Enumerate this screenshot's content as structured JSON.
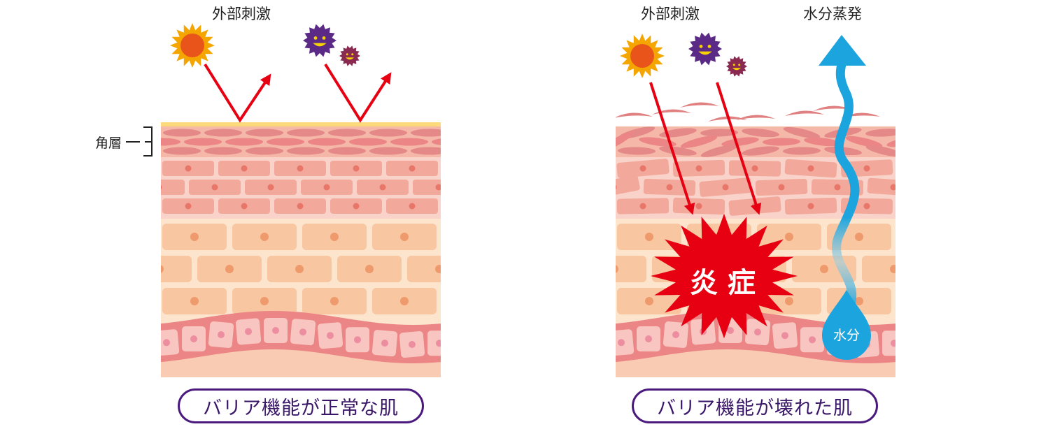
{
  "left": {
    "external_stimulus_label": "外部刺激",
    "stratum_corneum_label": "角層",
    "caption": "バリア機能が正常な肌"
  },
  "right": {
    "external_stimulus_label": "外部刺激",
    "evaporation_label": "水分蒸発",
    "inflammation_label": "炎 症",
    "water_label": "水分",
    "caption": "バリア機能が壊れた肌"
  },
  "colors": {
    "arrow": "#e60012",
    "water": "#1ba4dd",
    "caption_border": "#4b1a7e",
    "sun": "#f5a500",
    "sun_core": "#e8541a",
    "virus": "#5a2a86",
    "virus_small": "#8a2a50"
  }
}
